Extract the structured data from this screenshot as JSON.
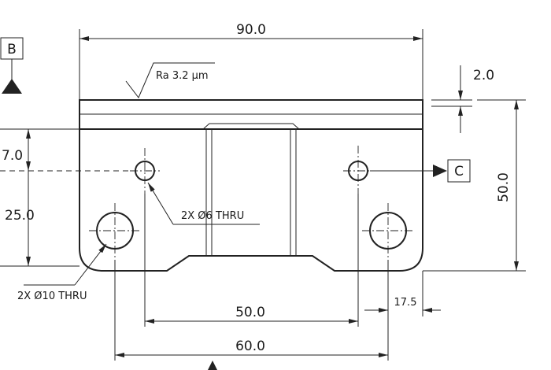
{
  "datums": {
    "b": "B",
    "c": "C"
  },
  "surface_finish": "Ra 3.2 µm",
  "dimensions": {
    "overall_width": "90.0",
    "flange_thickness": "2.0",
    "overall_height": "50.0",
    "small_hole_offset": "7.0",
    "large_hole_offset": "25.0",
    "small_hole_spacing": "50.0",
    "large_hole_spacing": "60.0",
    "edge_to_hole": "17.5"
  },
  "callouts": {
    "small_holes": "2X Ø6 THRU",
    "large_holes": "2X Ø10 THRU"
  }
}
